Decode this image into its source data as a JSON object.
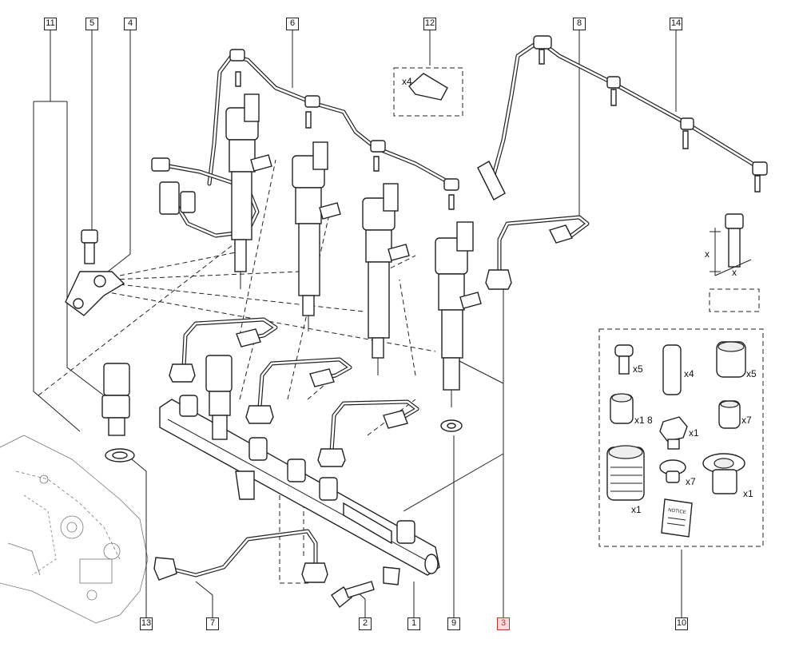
{
  "callouts": {
    "c11": "11",
    "c5": "5",
    "c4": "4",
    "c6": "6",
    "c12": "12",
    "c8": "8",
    "c14": "14",
    "c13": "13",
    "c7": "7",
    "c2": "2",
    "c1": "1",
    "c9": "9",
    "c3": "3",
    "c10": "10"
  },
  "quantities": {
    "x4_clip": "x4",
    "kit_x5_a": "x5",
    "kit_x4": "x4",
    "kit_x5_b": "x5",
    "kit_x18": "x1 8",
    "kit_x1_a": "x1",
    "kit_x7_a": "x7",
    "kit_x1_b": "x1",
    "kit_x7_b": "x7",
    "kit_x1_c": "x1"
  },
  "dimension_labels": {
    "x_left": "x",
    "x_bottom": "x"
  },
  "notice_label": "NOTICE",
  "colors": {
    "highlight": "#c0392b",
    "line": "#222222"
  }
}
